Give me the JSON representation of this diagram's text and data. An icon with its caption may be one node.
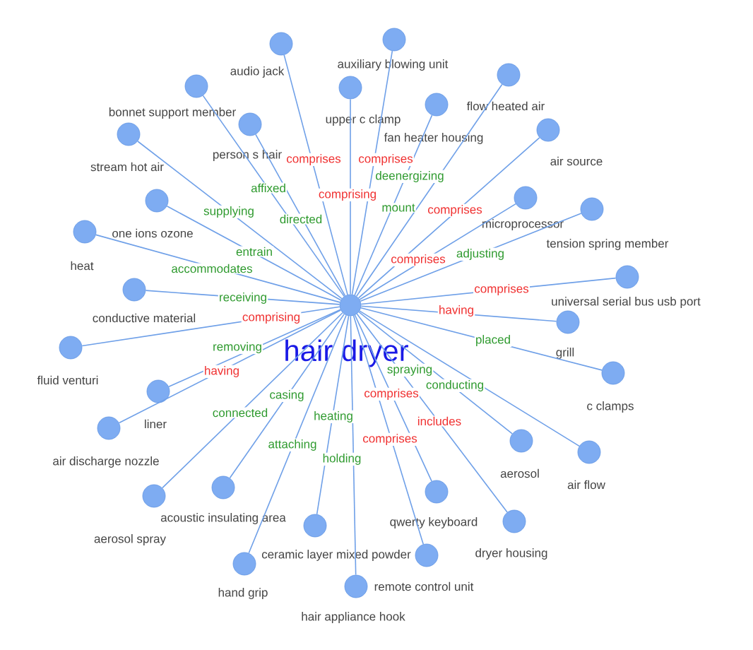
{
  "diagram": {
    "nodes": [
      {
        "text": [
          "hair dryer"
        ]
      },
      {
        "text": [
          "audio jack"
        ]
      },
      {
        "text": [
          "auxiliary blowing unit"
        ]
      },
      {
        "text": [
          "upper c clamp"
        ]
      },
      {
        "text": [
          "flow heated air"
        ]
      },
      {
        "text": [
          "bonnet support member"
        ]
      },
      {
        "text": [
          "fan heater housing"
        ]
      },
      {
        "text": [
          "person s hair"
        ]
      },
      {
        "text": [
          "air source"
        ]
      },
      {
        "text": [
          "stream hot air"
        ]
      },
      {
        "text": [
          "one ions ozone"
        ]
      },
      {
        "text": [
          "microprocessor"
        ]
      },
      {
        "text": [
          "tension spring member"
        ]
      },
      {
        "text": [
          "heat"
        ]
      },
      {
        "text": [
          "universal serial bus usb port"
        ]
      },
      {
        "text": [
          "conductive material"
        ]
      },
      {
        "text": [
          "grill"
        ]
      },
      {
        "text": [
          "fluid venturi"
        ]
      },
      {
        "text": [
          "liner"
        ]
      },
      {
        "text": [
          "c clamps"
        ]
      },
      {
        "text": [
          "air discharge nozzle"
        ]
      },
      {
        "text": [
          "aerosol"
        ]
      },
      {
        "text": [
          "air flow"
        ]
      },
      {
        "text": [
          "acoustic insulating area"
        ]
      },
      {
        "text": [
          "qwerty keyboard"
        ]
      },
      {
        "text": [
          "aerosol spray"
        ]
      },
      {
        "text": [
          "dryer housing"
        ]
      },
      {
        "text": [
          "ceramic layer mixed powder"
        ]
      },
      {
        "text": [
          "remote control unit"
        ]
      },
      {
        "text": [
          "hand grip"
        ]
      },
      {
        "text": [
          "hair appliance hook"
        ]
      }
    ],
    "edges": [
      {
        "from": 0,
        "to": 1,
        "arrow": "none",
        "label": "comprises"
      },
      {
        "from": 0,
        "to": 2,
        "arrow": "none",
        "label": "comprises"
      },
      {
        "from": 0,
        "to": 3,
        "arrow": "none",
        "label": "comprising"
      },
      {
        "from": 0,
        "to": 4,
        "arrow": "none",
        "label": "mount"
      },
      {
        "from": 0,
        "to": 5,
        "arrow": "none",
        "label": "affixed"
      },
      {
        "from": 0,
        "to": 6,
        "arrow": "none",
        "label": "deenergizing"
      },
      {
        "from": 0,
        "to": 7,
        "arrow": "none",
        "label": "directed"
      },
      {
        "from": 0,
        "to": 8,
        "arrow": "none",
        "label": "comprises"
      },
      {
        "from": 0,
        "to": 9,
        "arrow": "none",
        "label": "supplying"
      },
      {
        "from": 0,
        "to": 10,
        "arrow": "none",
        "label": "entrain"
      },
      {
        "from": 0,
        "to": 11,
        "arrow": "none",
        "label": "comprises"
      },
      {
        "from": 0,
        "to": 12,
        "arrow": "none",
        "label": "adjusting"
      },
      {
        "from": 0,
        "to": 13,
        "arrow": "none",
        "label": "accommodates"
      },
      {
        "from": 0,
        "to": 14,
        "arrow": "none",
        "label": "comprises"
      },
      {
        "from": 0,
        "to": 15,
        "arrow": "none",
        "label": "receiving"
      },
      {
        "from": 0,
        "to": 16,
        "arrow": "none",
        "label": "having"
      },
      {
        "from": 0,
        "to": 17,
        "arrow": "none",
        "label": "comprising"
      },
      {
        "from": 0,
        "to": 18,
        "arrow": "none",
        "label": "removing"
      },
      {
        "from": 0,
        "to": 19,
        "arrow": "none",
        "label": "placed"
      },
      {
        "from": 0,
        "to": 20,
        "arrow": "none",
        "label": "having"
      },
      {
        "from": 0,
        "to": 21,
        "arrow": "none",
        "label": "spraying"
      },
      {
        "from": 0,
        "to": 22,
        "arrow": "none",
        "label": "conducting"
      },
      {
        "from": 0,
        "to": 23,
        "arrow": "none",
        "label": "casing"
      },
      {
        "from": 0,
        "to": 24,
        "arrow": "none",
        "label": "comprises"
      },
      {
        "from": 0,
        "to": 25,
        "arrow": "none",
        "label": "connected"
      },
      {
        "from": 0,
        "to": 26,
        "arrow": "none",
        "label": "includes"
      },
      {
        "from": 0,
        "to": 27,
        "arrow": "none",
        "label": "heating"
      },
      {
        "from": 0,
        "to": 28,
        "arrow": "none",
        "label": "comprises"
      },
      {
        "from": 0,
        "to": 29,
        "arrow": "none",
        "label": "attaching"
      },
      {
        "from": 0,
        "to": 30,
        "arrow": "none",
        "label": "holding"
      }
    ]
  }
}
